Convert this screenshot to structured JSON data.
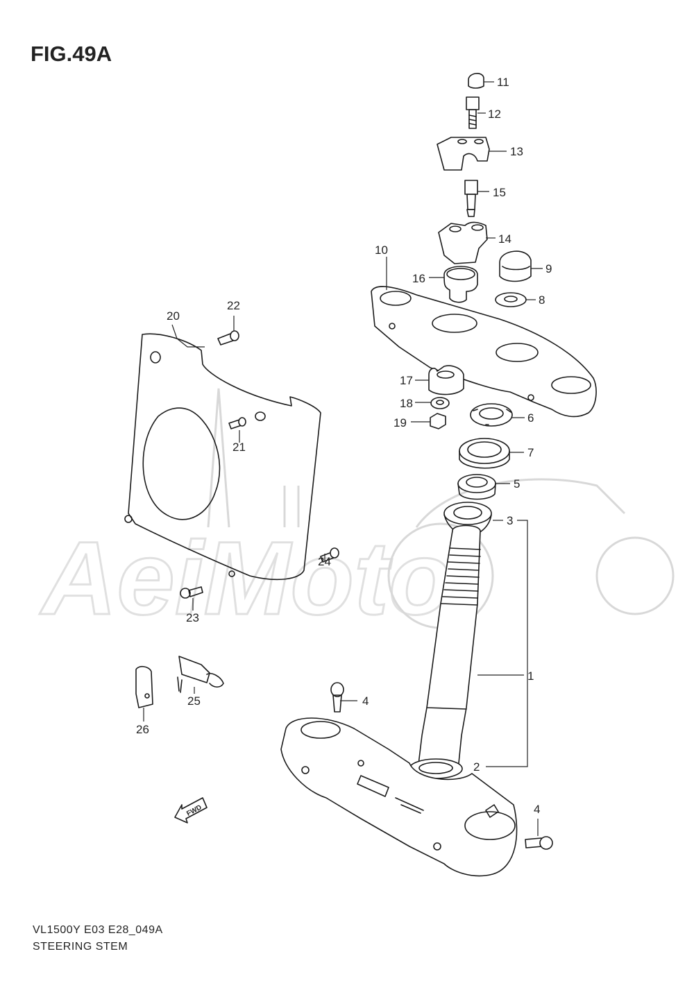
{
  "figure": {
    "title": "FIG.49A",
    "model_code": "VL1500Y E03 E28_049A",
    "section_name": "STEERING STEM",
    "fwd_label": "FWD"
  },
  "watermark": {
    "text": "AeiMoto"
  },
  "callouts": [
    "1",
    "2",
    "3",
    "4",
    "4",
    "5",
    "6",
    "7",
    "8",
    "9",
    "10",
    "11",
    "12",
    "13",
    "14",
    "15",
    "16",
    "17",
    "18",
    "19",
    "20",
    "21",
    "22",
    "23",
    "24",
    "25",
    "26"
  ]
}
